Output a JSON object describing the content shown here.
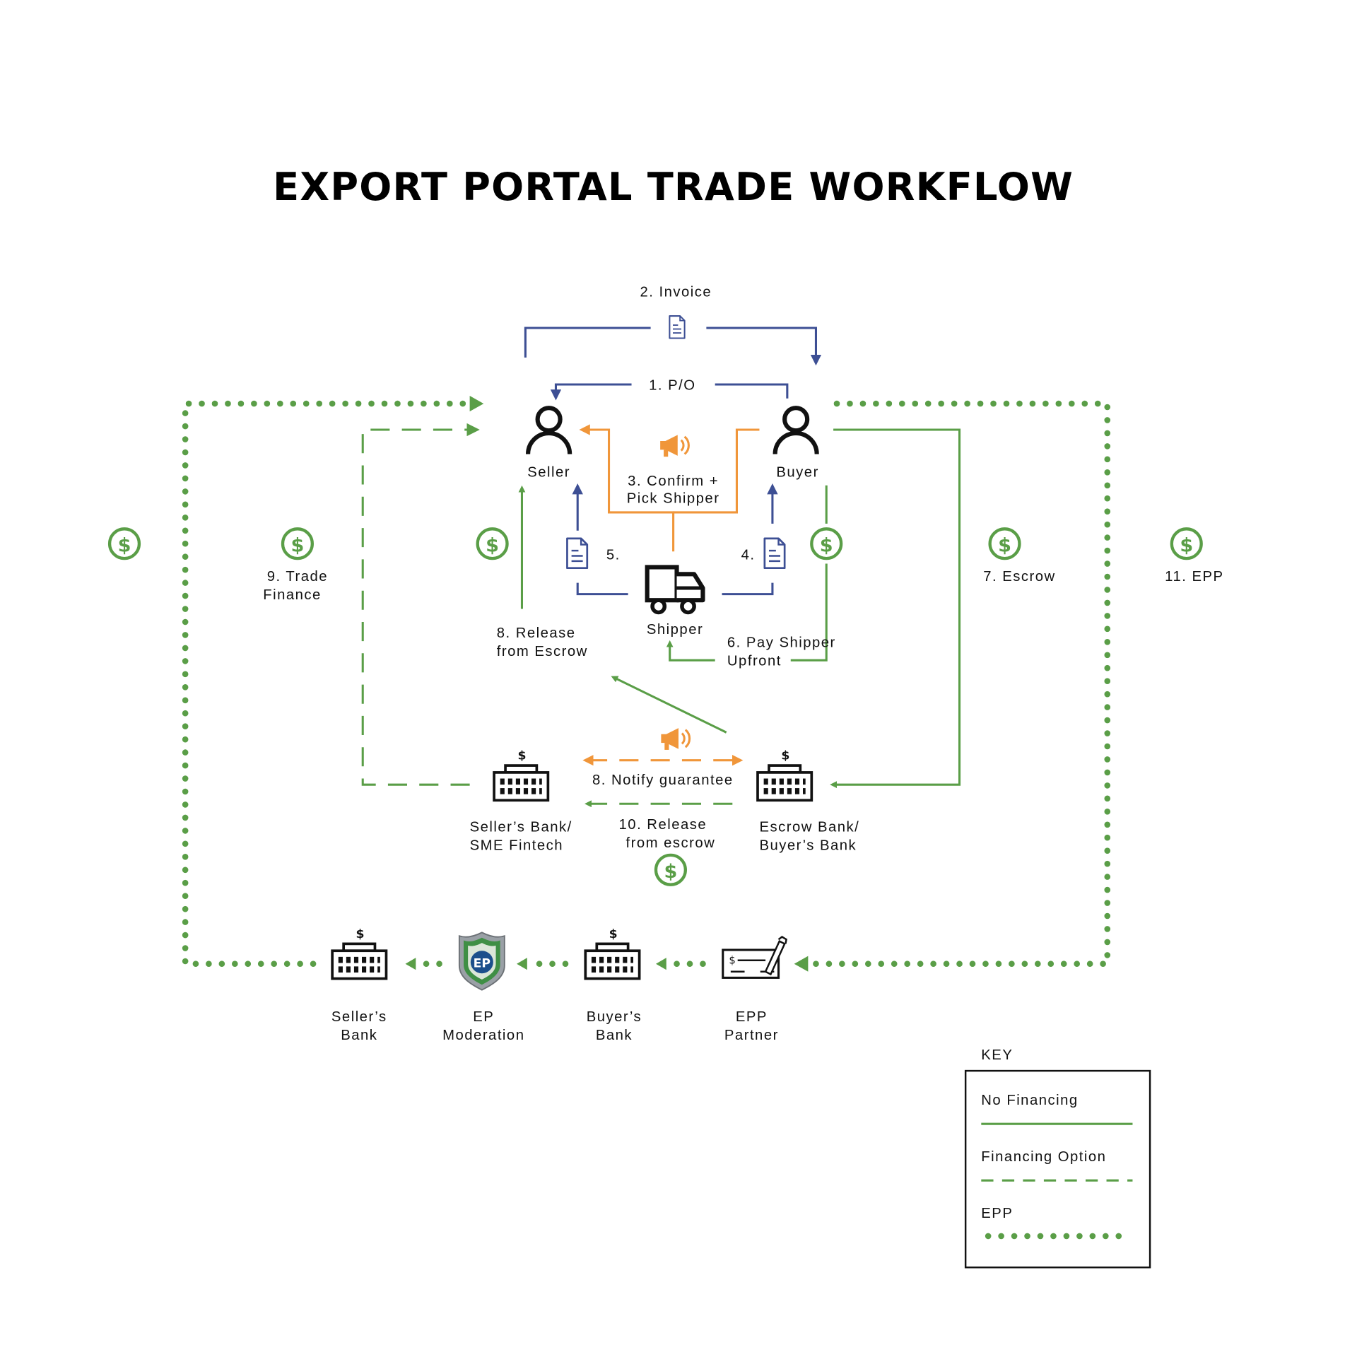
{
  "title": "EXPORT PORTAL TRADE WORKFLOW",
  "colors": {
    "blue": "#3d4f94",
    "green": "#5a9e47",
    "orange": "#f0963a",
    "ink": "#111111"
  },
  "nodes": {
    "seller": "Seller",
    "buyer": "Buyer",
    "shipper": "Shipper",
    "sellers_bank_l1": "Seller’s Bank/",
    "sellers_bank_l2": "SME Fintech",
    "escrow_bank_l1": "Escrow Bank/",
    "escrow_bank_l2": "Buyer’s Bank",
    "epp_sellers_bank_l1": "Seller’s",
    "epp_sellers_bank_l2": "Bank",
    "ep_moderation_l1": "EP",
    "ep_moderation_l2": "Moderation",
    "epp_buyers_bank_l1": "Buyer’s",
    "epp_buyers_bank_l2": "Bank",
    "epp_partner_l1": "EPP",
    "epp_partner_l2": "Partner",
    "ep_logo_text": "EP"
  },
  "steps": {
    "s1": "1. P/O",
    "s2": "2. Invoice",
    "s3_l1": "3. Confirm +",
    "s3_l2": "Pick Shipper",
    "s4": "4.",
    "s5": "5.",
    "s6_l1": "6. Pay Shipper",
    "s6_l2": "Upfront",
    "s7": "7. Escrow",
    "s8a_l1": "8. Release",
    "s8a_l2": "from Escrow",
    "s8b": "8. Notify guarantee",
    "s9_l1": "9. Trade",
    "s9_l2": "Finance",
    "s10_l1": "10. Release",
    "s10_l2": "from escrow",
    "s11": "11. EPP"
  },
  "icons": {
    "dollar": "$",
    "bank_dollar": "$"
  },
  "key": {
    "heading": "KEY",
    "items": [
      "No Financing",
      "Financing Option",
      "EPP"
    ]
  }
}
